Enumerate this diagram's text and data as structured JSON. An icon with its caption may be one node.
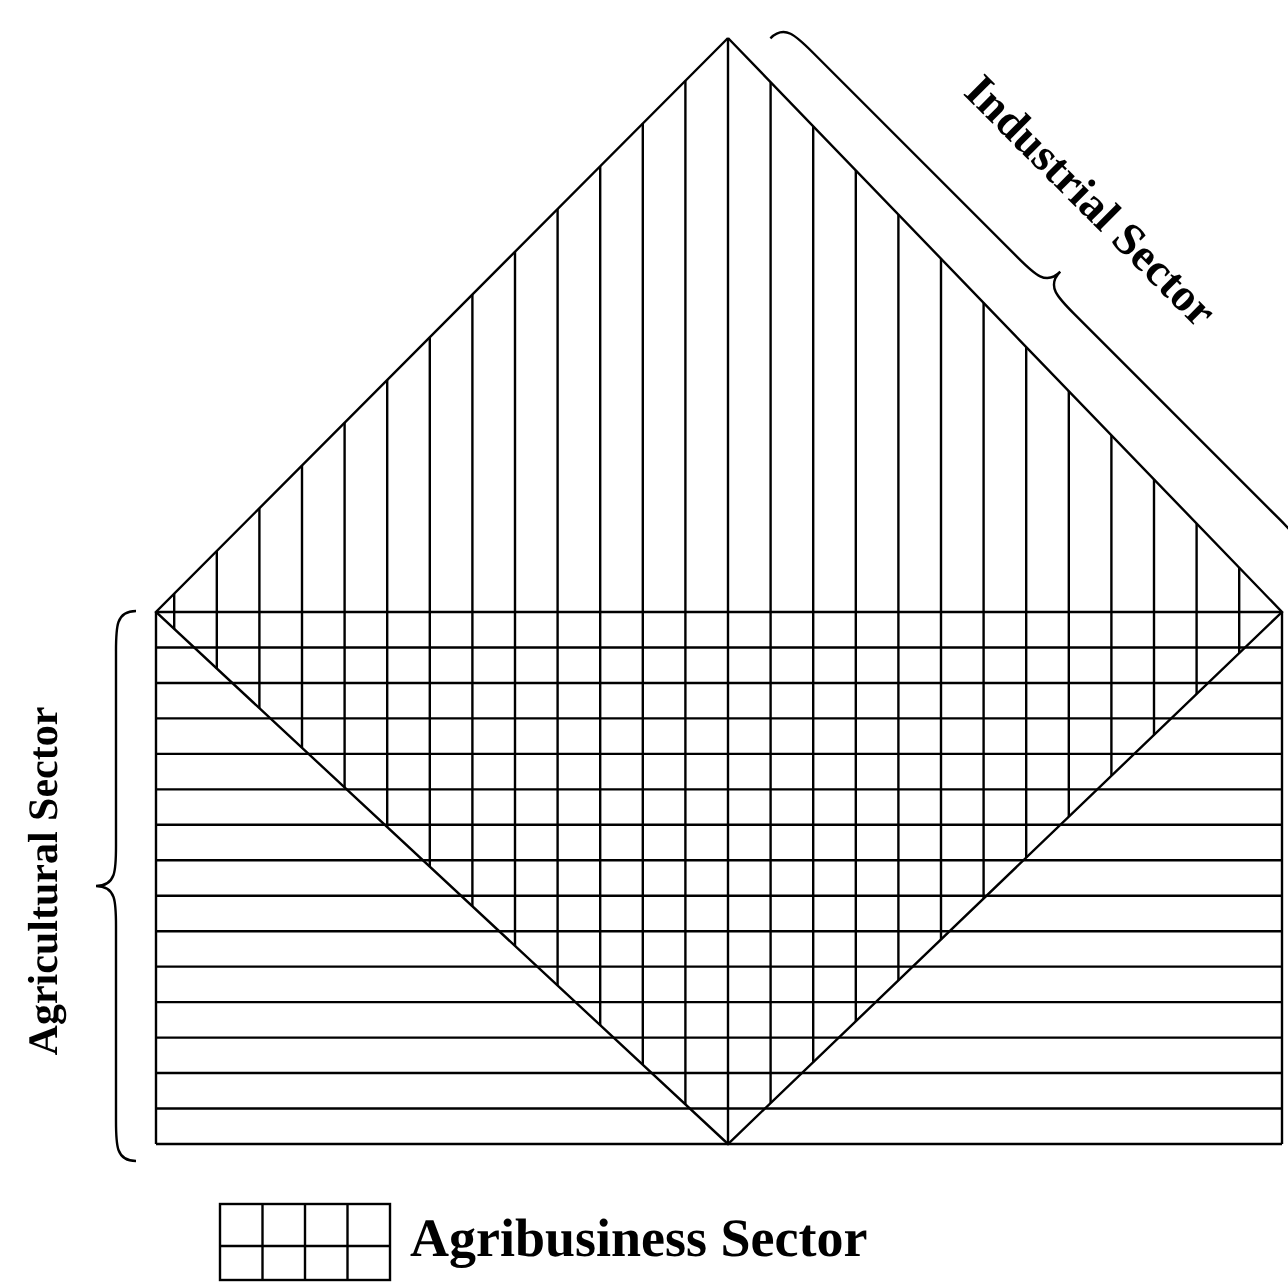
{
  "diagram": {
    "labels": [
      "Industrial Sector",
      "Agricultural Sector"
    ],
    "legend": [
      {
        "text": "Agribusiness Sector"
      }
    ]
  }
}
